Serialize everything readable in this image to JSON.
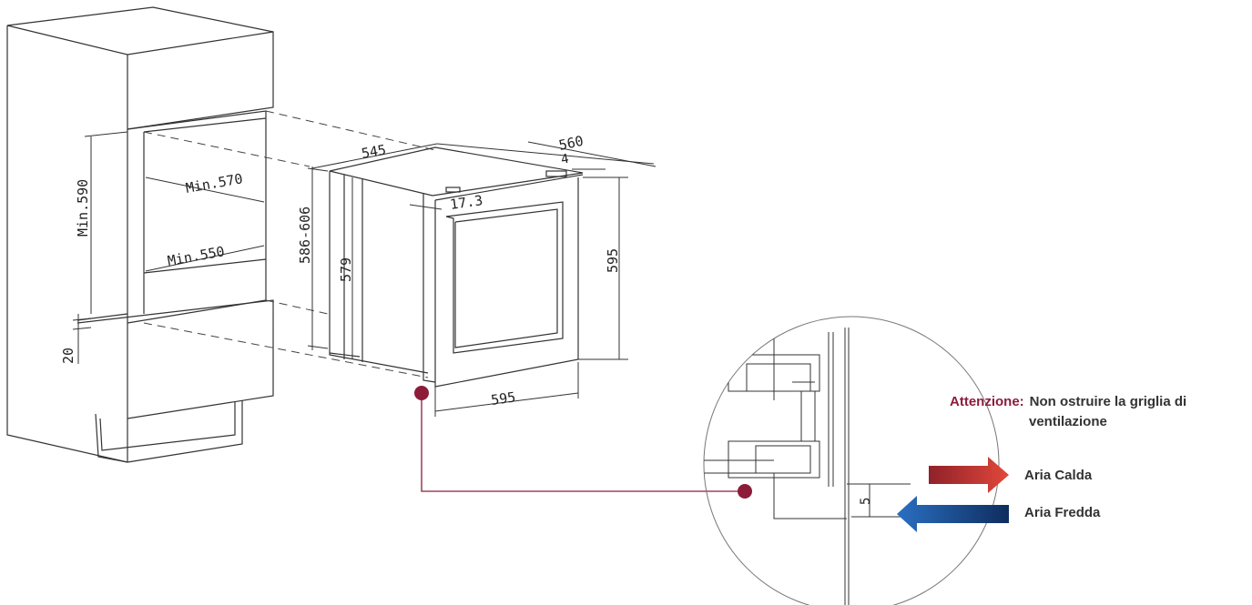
{
  "dimensions": {
    "min_570": "Min.570",
    "min_550": "Min.550",
    "min_590": "Min.590",
    "d20": "20",
    "d545": "545",
    "d560": "560",
    "d4": "4",
    "d17_3": "17.3",
    "d586_606": "586-606",
    "d579": "579",
    "d595_height": "595",
    "d595_width": "595",
    "d5": "5"
  },
  "callout": {
    "attention_key": "Attenzione",
    "attention_colon": ":",
    "attention_text_line1": "Non ostruire la griglia di",
    "attention_text_line2": "ventilazione"
  },
  "airflow": {
    "hot_label": "Aria Calda",
    "cold_label": "Aria Fredda"
  },
  "colors": {
    "accent_dot": "#8c1c3a",
    "hot_arrow": "#d6372d",
    "cold_arrow": "#1e4f9a",
    "line": "#333333"
  }
}
